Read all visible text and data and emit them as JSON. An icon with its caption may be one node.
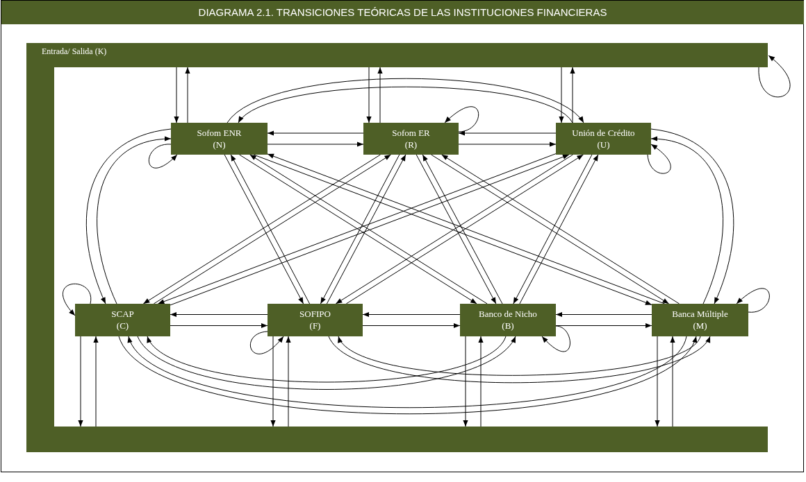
{
  "diagram": {
    "title": "DIAGRAMA 2.1. TRANSICIONES TEÓRICAS DE LAS INSTITUCIONES FINANCIERAS",
    "nodes": [
      {
        "text": [
          "Entrada/ Salida (K)"
        ]
      },
      {
        "text": [
          "Sofom ENR",
          "(N)"
        ]
      },
      {
        "text": [
          "Sofom ER",
          "(R)"
        ]
      },
      {
        "text": [
          "Unión de Crédito",
          "(U)"
        ]
      },
      {
        "text": [
          "SCAP",
          "(C)"
        ]
      },
      {
        "text": [
          "SOFIPO",
          "(F)"
        ]
      },
      {
        "text": [
          "Banco de Nicho",
          "(B)"
        ]
      },
      {
        "text": [
          "Banca Múltiple",
          "(M)"
        ]
      }
    ],
    "edges": [
      {
        "from": 0,
        "to": 1,
        "arrow": "to"
      },
      {
        "from": 1,
        "to": 0,
        "arrow": "to"
      },
      {
        "from": 0,
        "to": 2,
        "arrow": "to"
      },
      {
        "from": 2,
        "to": 0,
        "arrow": "to"
      },
      {
        "from": 0,
        "to": 3,
        "arrow": "to"
      },
      {
        "from": 3,
        "to": 0,
        "arrow": "to"
      },
      {
        "from": 0,
        "to": 4,
        "arrow": "to"
      },
      {
        "from": 4,
        "to": 0,
        "arrow": "to"
      },
      {
        "from": 0,
        "to": 5,
        "arrow": "to"
      },
      {
        "from": 5,
        "to": 0,
        "arrow": "to"
      },
      {
        "from": 0,
        "to": 6,
        "arrow": "to"
      },
      {
        "from": 6,
        "to": 0,
        "arrow": "to"
      },
      {
        "from": 0,
        "to": 7,
        "arrow": "to"
      },
      {
        "from": 7,
        "to": 0,
        "arrow": "to"
      },
      {
        "from": 0,
        "to": 0,
        "arrow": "to"
      },
      {
        "from": 1,
        "to": 1,
        "arrow": "to"
      },
      {
        "from": 2,
        "to": 2,
        "arrow": "to"
      },
      {
        "from": 3,
        "to": 3,
        "arrow": "to"
      },
      {
        "from": 4,
        "to": 4,
        "arrow": "to"
      },
      {
        "from": 5,
        "to": 5,
        "arrow": "to"
      },
      {
        "from": 6,
        "to": 6,
        "arrow": "to"
      },
      {
        "from": 7,
        "to": 7,
        "arrow": "to"
      },
      {
        "from": 1,
        "to": 2,
        "arrow": "to"
      },
      {
        "from": 2,
        "to": 1,
        "arrow": "to"
      },
      {
        "from": 1,
        "to": 3,
        "arrow": "to"
      },
      {
        "from": 3,
        "to": 1,
        "arrow": "to"
      },
      {
        "from": 1,
        "to": 4,
        "arrow": "to"
      },
      {
        "from": 4,
        "to": 1,
        "arrow": "to"
      },
      {
        "from": 1,
        "to": 5,
        "arrow": "to"
      },
      {
        "from": 5,
        "to": 1,
        "arrow": "to"
      },
      {
        "from": 1,
        "to": 6,
        "arrow": "to"
      },
      {
        "from": 6,
        "to": 1,
        "arrow": "to"
      },
      {
        "from": 1,
        "to": 7,
        "arrow": "to"
      },
      {
        "from": 7,
        "to": 1,
        "arrow": "to"
      },
      {
        "from": 2,
        "to": 3,
        "arrow": "to"
      },
      {
        "from": 3,
        "to": 2,
        "arrow": "to"
      },
      {
        "from": 2,
        "to": 4,
        "arrow": "to"
      },
      {
        "from": 4,
        "to": 2,
        "arrow": "to"
      },
      {
        "from": 2,
        "to": 5,
        "arrow": "to"
      },
      {
        "from": 5,
        "to": 2,
        "arrow": "to"
      },
      {
        "from": 2,
        "to": 6,
        "arrow": "to"
      },
      {
        "from": 6,
        "to": 2,
        "arrow": "to"
      },
      {
        "from": 2,
        "to": 7,
        "arrow": "to"
      },
      {
        "from": 7,
        "to": 2,
        "arrow": "to"
      },
      {
        "from": 3,
        "to": 4,
        "arrow": "to"
      },
      {
        "from": 4,
        "to": 3,
        "arrow": "to"
      },
      {
        "from": 3,
        "to": 5,
        "arrow": "to"
      },
      {
        "from": 5,
        "to": 3,
        "arrow": "to"
      },
      {
        "from": 3,
        "to": 6,
        "arrow": "to"
      },
      {
        "from": 6,
        "to": 3,
        "arrow": "to"
      },
      {
        "from": 3,
        "to": 7,
        "arrow": "to"
      },
      {
        "from": 7,
        "to": 3,
        "arrow": "to"
      },
      {
        "from": 4,
        "to": 5,
        "arrow": "to"
      },
      {
        "from": 5,
        "to": 4,
        "arrow": "to"
      },
      {
        "from": 4,
        "to": 6,
        "arrow": "to"
      },
      {
        "from": 6,
        "to": 4,
        "arrow": "to"
      },
      {
        "from": 4,
        "to": 7,
        "arrow": "to"
      },
      {
        "from": 7,
        "to": 4,
        "arrow": "to"
      },
      {
        "from": 5,
        "to": 6,
        "arrow": "to"
      },
      {
        "from": 6,
        "to": 5,
        "arrow": "to"
      },
      {
        "from": 5,
        "to": 7,
        "arrow": "to"
      },
      {
        "from": 7,
        "to": 5,
        "arrow": "to"
      },
      {
        "from": 6,
        "to": 7,
        "arrow": "to"
      },
      {
        "from": 7,
        "to": 6,
        "arrow": "to"
      }
    ]
  }
}
